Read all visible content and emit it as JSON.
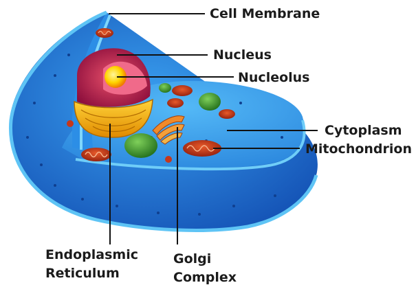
{
  "labels": {
    "cell_membrane": "Cell Membrane",
    "nucleus": "Nucleus",
    "nucleolus": "Nucleolus",
    "cytoplasm": "Cytoplasm",
    "mitochondrion": "Mitochondrion",
    "endoplasmic_reticulum_line1": "Endoplasmic",
    "endoplasmic_reticulum_line2": "Reticulum",
    "golgi_complex_line1": "Golgi",
    "golgi_complex_line2": "Complex"
  },
  "colors": {
    "cell_outer": "#1d6fd1",
    "cytoplasm": "#2a8be6",
    "membrane_rim": "#5ec4f5",
    "nucleus": "#b0174a",
    "nucleolus": "#ffd400",
    "endoplasmic_reticulum": "#f2a007",
    "mitochondrion": "#c6371b",
    "vacuole": "#3a9a2c",
    "leader_line": "#111111"
  }
}
